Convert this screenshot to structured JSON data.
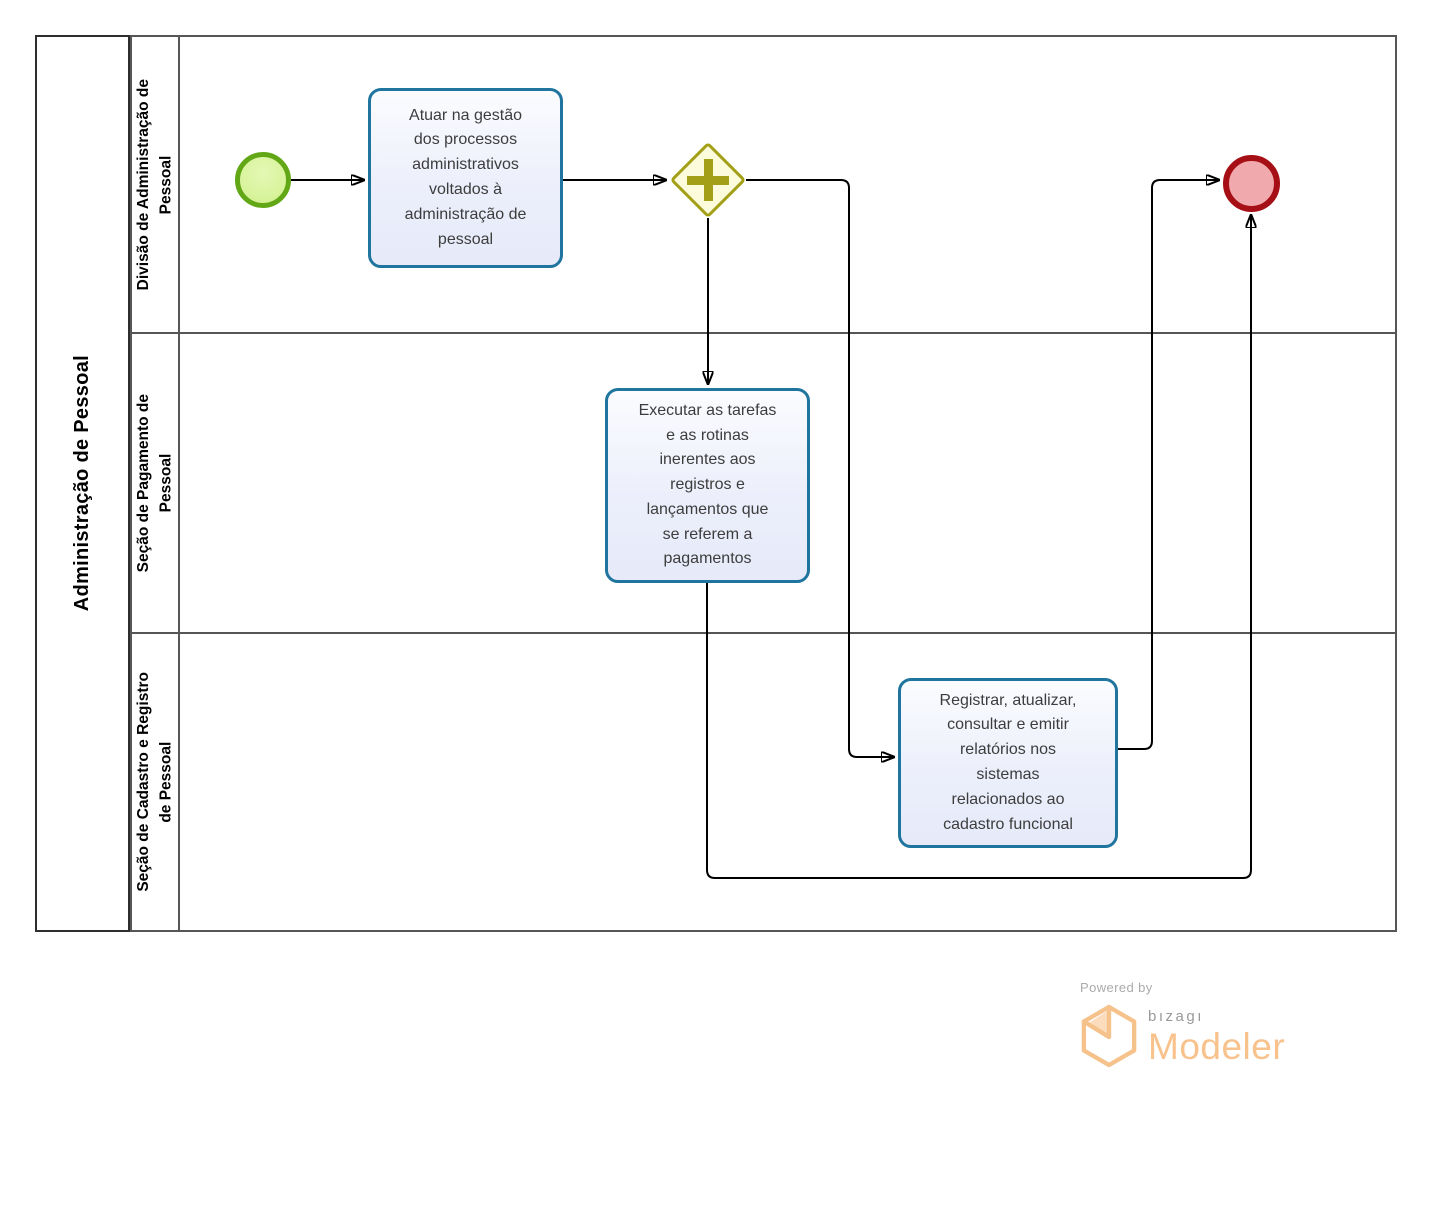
{
  "pool": {
    "title": "Administração de Pessoal",
    "lanes": [
      {
        "label": "Divisão de Administração de\nPessoal"
      },
      {
        "label": "Seção de Pagamento de\nPessoal"
      },
      {
        "label": "Seção de Cadastro e Registro\nde Pessoal"
      }
    ]
  },
  "nodes": {
    "start_event": {
      "type": "start-event"
    },
    "task_gestao": {
      "label": "Atuar na gestão\ndos processos\nadministrativos\nvoltados à\nadministração de\npessoal"
    },
    "parallel_gateway": {
      "type": "parallel-gateway"
    },
    "task_pagamentos": {
      "label": "Executar as tarefas\ne as rotinas\ninerentes aos\nregistros e\nlançamentos  que\nse referem a\npagamentos"
    },
    "task_cadastro": {
      "label": "Registrar, atualizar,\nconsultar e emitir\nrelatórios nos\nsistemas\nrelacionados ao\ncadastro funcional"
    },
    "end_event": {
      "type": "end-event"
    }
  },
  "branding": {
    "powered_by": "Powered by",
    "brand": "bızagı",
    "product": "Modeler"
  },
  "colors": {
    "task_border": "#20759E",
    "task_fill": "#ECEFFB",
    "start_border": "#62A716",
    "start_fill": "#D7F39A",
    "gateway_border": "#A3A018",
    "gateway_fill": "#FCFBDC",
    "end_border": "#A50F15",
    "end_fill": "#F0A9AC",
    "flow_line": "#000000",
    "lane_border": "#565656",
    "pool_border": "#2E2E2E",
    "brand_orange": "#F8C28D",
    "brand_gray": "#9A9A9A"
  }
}
